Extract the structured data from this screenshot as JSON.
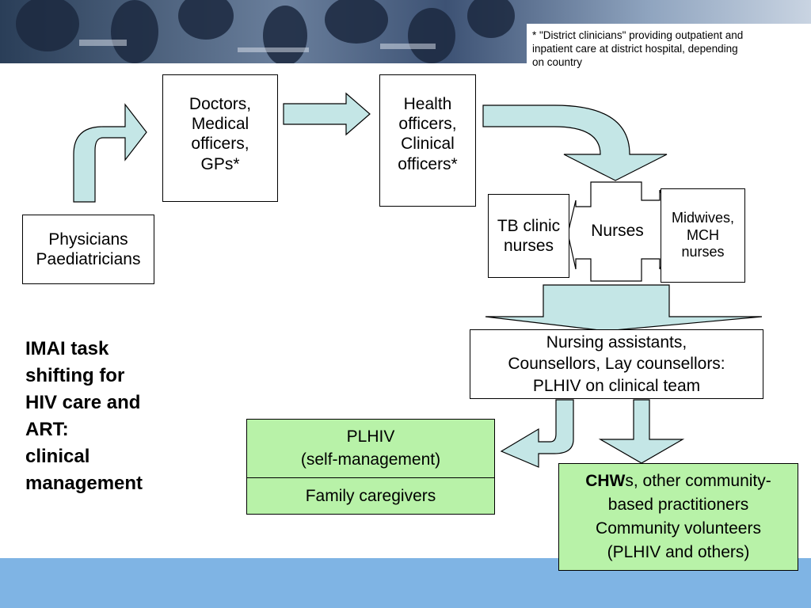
{
  "note": "* \"District clinicians\"  providing outpatient and\ninpatient care at district hospital, depending\non country",
  "side_title": "IMAI task\nshifting for\nHIV care and\nART:\nclinical\nmanagement",
  "nodes": {
    "physicians": "Physicians\nPaediatricians",
    "doctors": "Doctors,\nMedical \nofficers,\nGPs*",
    "health_officers": "Health\nofficers,\nClinical \nofficers*",
    "tb_nurses": "TB clinic\nnurses",
    "nurses": "Nurses",
    "midwives": "Midwives,\nMCH\nnurses",
    "nursing_assistants": "Nursing assistants,\nCounsellors, Lay counsellors:\nPLHIV on clinical team",
    "plhiv": "PLHIV\n(self-management)",
    "family": "Family caregivers",
    "chw_bold": "CHW",
    "chw_rest": "s, other community-\nbased practitioners\nCommunity volunteers\n(PLHIV and others)"
  },
  "colors": {
    "arrow_fill": "#c4e6e6",
    "green_box": "#b8f2a8",
    "bottom_bar": "#7fb4e4"
  }
}
